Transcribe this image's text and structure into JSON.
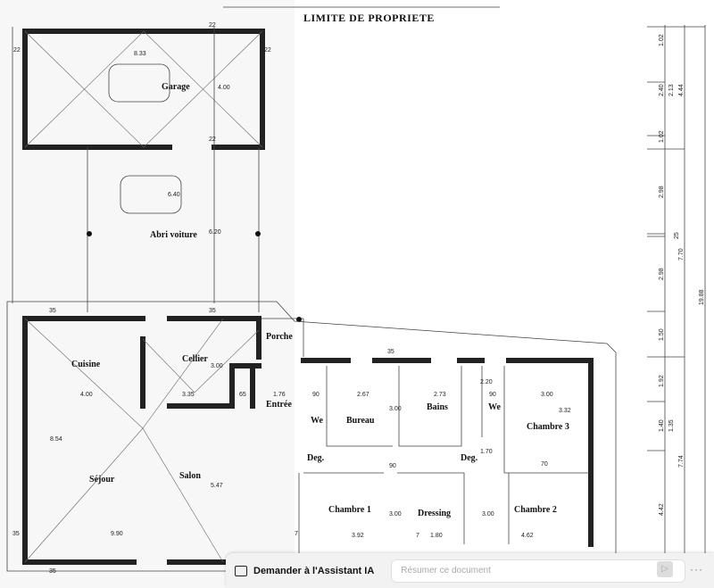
{
  "document": {
    "title": "LIMITE DE PROPRIETE",
    "rooms": [
      "Garage",
      "Abri voiture",
      "Porche",
      "Cuisine",
      "Cellier",
      "Entrée",
      "We",
      "Bureau",
      "Bains",
      "We",
      "Chambre 3",
      "Séjour",
      "Salon",
      "Deg.",
      "Deg.",
      "Chambre 1",
      "Dressing",
      "Chambre 2"
    ],
    "dimensions": [
      "8.33",
      "4.00",
      "22",
      "22",
      "22",
      "22",
      "6.40",
      "6.20",
      "35",
      "35",
      "4.00",
      "3.35",
      "3.00",
      "65",
      "1.76",
      "90",
      "2.67",
      "3.00",
      "2.73",
      "2.20",
      "90",
      "3.00",
      "3.32",
      "8.54",
      "5.47",
      "9.90",
      "3.92",
      "1.80",
      "4.62",
      "3.00",
      "70",
      "1.70",
      "90",
      "35",
      "35",
      "35",
      "3.00",
      "7",
      "7"
    ],
    "side_dimensions": [
      "1.02",
      "2.40",
      "2.13",
      "4.44",
      "1.02",
      "2.98",
      "25",
      "7.70",
      "2.98",
      "1.50",
      "19.88",
      "1.92",
      "1.40",
      "1.35",
      "7.74",
      "4.42"
    ]
  },
  "assistant_bar": {
    "icon": "ai-chat-icon",
    "label": "Demander à l'Assistant IA",
    "input_placeholder": "Résumer ce document",
    "input_value": "",
    "send_icon": "send-icon",
    "more_label": "···"
  }
}
